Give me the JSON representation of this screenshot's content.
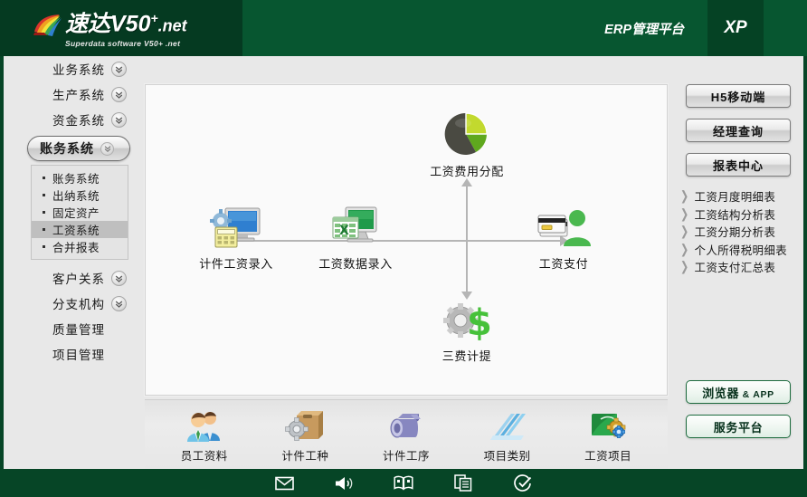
{
  "header": {
    "logo_title_main": "速达V50",
    "logo_title_sup": "+",
    "logo_title_net": ".net",
    "logo_subtitle": "Superdata software V50+ .net",
    "erp_label": "ERP管理平台",
    "xp_label": "XP",
    "colors": {
      "dark_green": "#053a21",
      "green": "#075630",
      "xp_green": "#054224"
    }
  },
  "sidebar": {
    "groups": [
      {
        "label": "业务系统",
        "icon": "chevron-double-down-icon",
        "expanded": false
      },
      {
        "label": "生产系统",
        "icon": "chevron-double-down-icon",
        "expanded": false
      },
      {
        "label": "资金系统",
        "icon": "chevron-double-down-icon",
        "expanded": false
      }
    ],
    "active_group": {
      "label": "账务系统",
      "icon": "chevron-double-down-icon",
      "expanded": true
    },
    "submenu": [
      {
        "label": "账务系统",
        "selected": false
      },
      {
        "label": "出纳系统",
        "selected": false
      },
      {
        "label": "固定资产",
        "selected": false
      },
      {
        "label": "工资系统",
        "selected": true
      },
      {
        "label": "合并报表",
        "selected": false
      }
    ],
    "groups_lower": [
      {
        "label": "客户关系",
        "icon": "chevron-double-down-icon",
        "expanded": false
      },
      {
        "label": "分支机构",
        "icon": "chevron-double-down-icon",
        "expanded": false
      },
      {
        "label": "质量管理",
        "icon": "",
        "expanded": false
      },
      {
        "label": "项目管理",
        "icon": "",
        "expanded": false
      }
    ]
  },
  "flow": {
    "nodes": [
      {
        "id": "piece-wage-entry",
        "label": "计件工资录入",
        "icon": "monitor-gear-calculator-icon"
      },
      {
        "id": "wage-data-entry",
        "label": "工资数据录入",
        "icon": "monitor-spreadsheet-icon"
      },
      {
        "id": "wage-cost-allocation",
        "label": "工资费用分配",
        "icon": "pie-chart-icon"
      },
      {
        "id": "three-fee-accrual",
        "label": "三费计提",
        "icon": "gear-dollar-icon"
      },
      {
        "id": "wage-payment",
        "label": "工资支付",
        "icon": "card-person-icon"
      }
    ]
  },
  "iconbar": {
    "items": [
      {
        "label": "员工资料",
        "icon": "two-people-icon"
      },
      {
        "label": "计件工种",
        "icon": "box-gear-icon"
      },
      {
        "label": "计件工序",
        "icon": "process-arrow-icon"
      },
      {
        "label": "项目类别",
        "icon": "books-stack-icon"
      },
      {
        "label": "工资项目",
        "icon": "green-gear-icon"
      }
    ]
  },
  "rightpanel": {
    "buttons": [
      {
        "label": "H5移动端"
      },
      {
        "label": "经理查询"
      },
      {
        "label": "报表中心"
      }
    ],
    "reports": [
      {
        "label": "工资月度明细表",
        "icon": "chevron-right-icon"
      },
      {
        "label": "工资结构分析表",
        "icon": "chevron-right-icon"
      },
      {
        "label": "工资分期分析表",
        "icon": "chevron-right-icon"
      },
      {
        "label": "个人所得税明细表",
        "icon": "chevron-right-icon"
      },
      {
        "label": "工资支付汇总表",
        "icon": "chevron-right-icon"
      }
    ],
    "green_buttons": [
      {
        "label_main": "浏览器",
        "label_small": " & APP"
      },
      {
        "label_main": "服务平台",
        "label_small": ""
      }
    ]
  },
  "footer": {
    "icons": [
      {
        "name": "mail-icon"
      },
      {
        "name": "speaker-icon"
      },
      {
        "name": "book-icon"
      },
      {
        "name": "copy-icon"
      },
      {
        "name": "check-circle-icon"
      }
    ]
  }
}
